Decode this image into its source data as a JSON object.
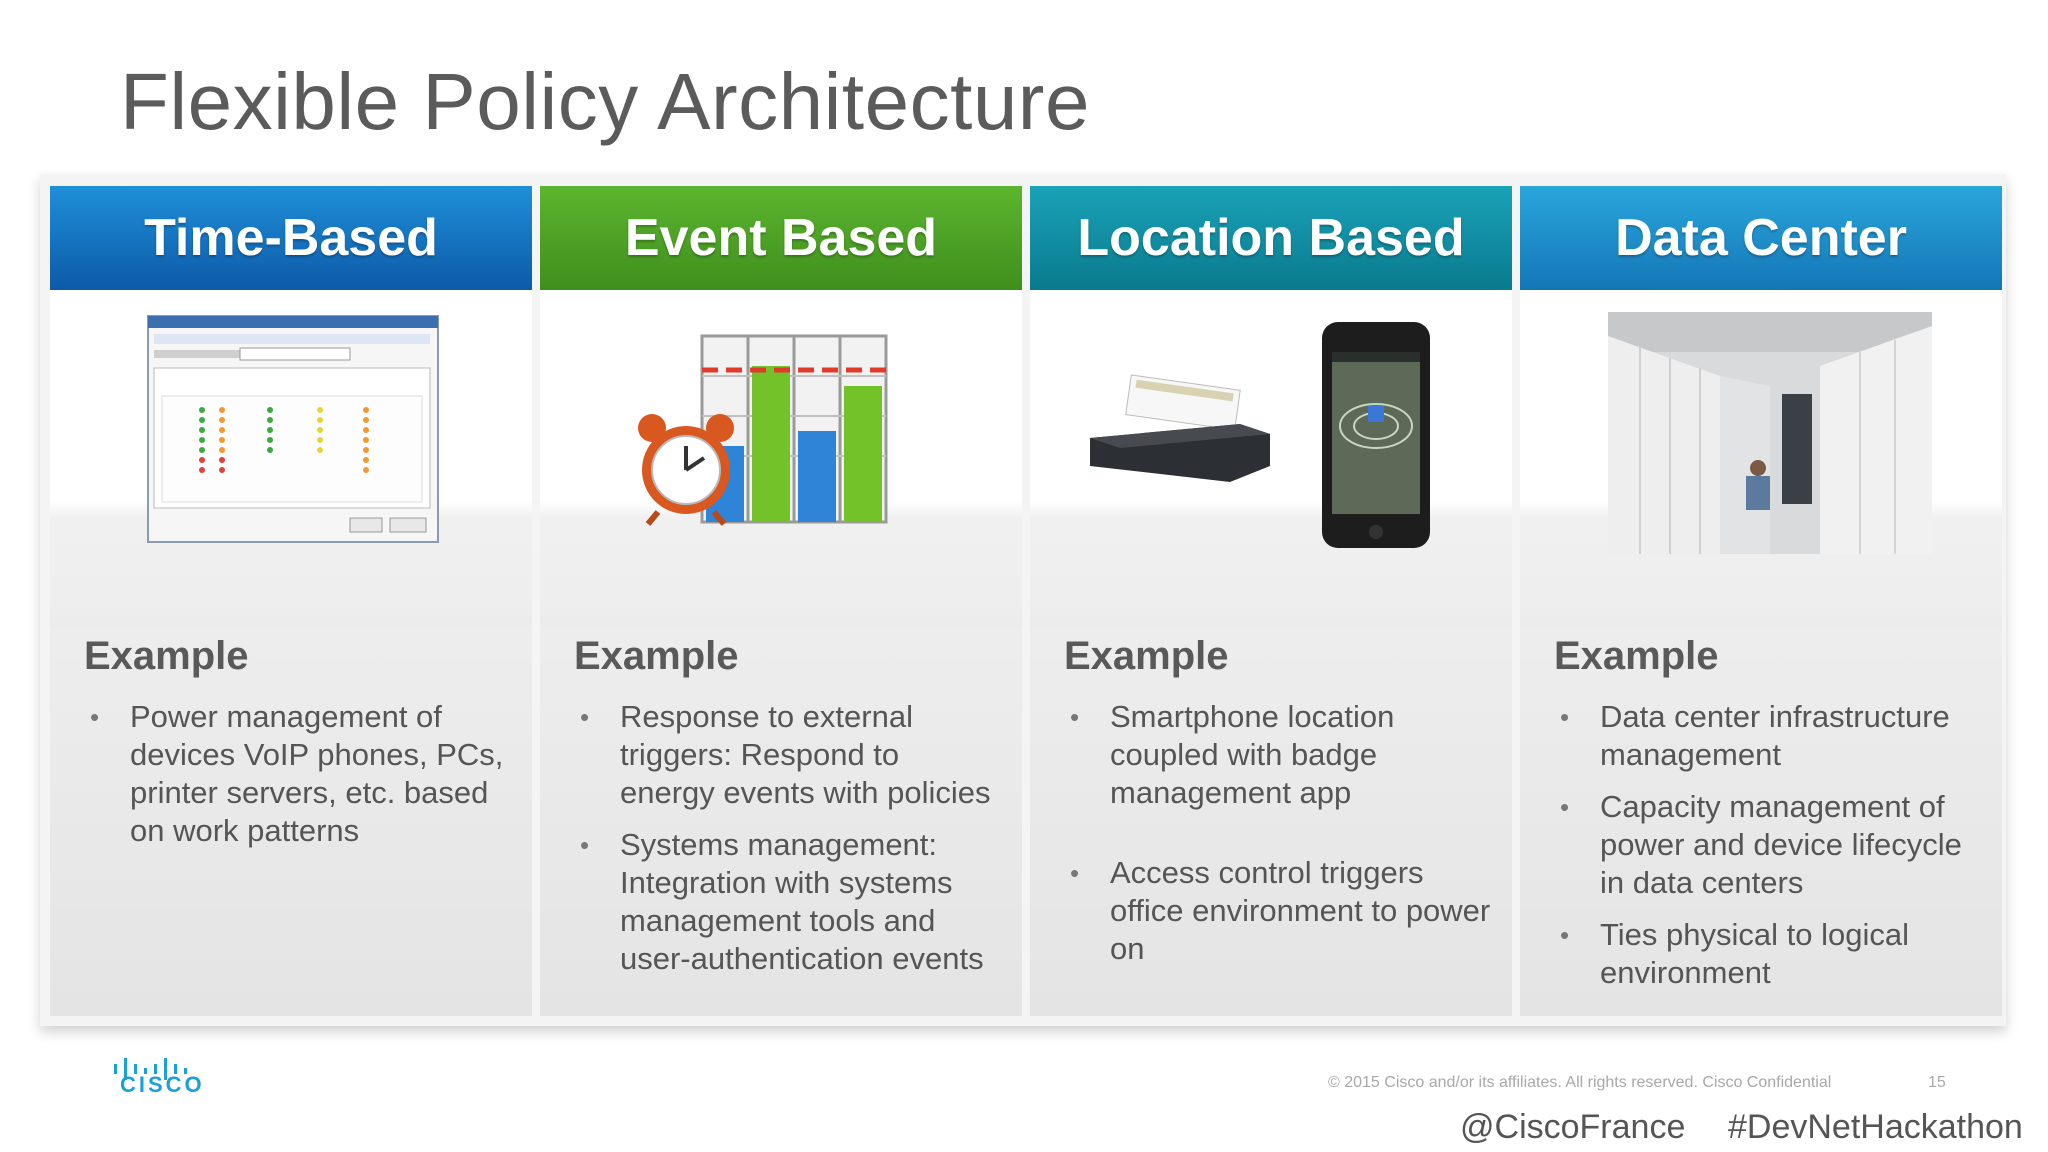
{
  "title": "Flexible Policy Architecture",
  "columns": [
    {
      "header": "Time-Based",
      "example_title": "Example",
      "bullets": [
        "Power management of devices VoIP phones, PCs, printer servers, etc. based on work patterns"
      ]
    },
    {
      "header": "Event Based",
      "example_title": "Example",
      "bullets": [
        "Response to external triggers: Respond to energy events with policies",
        "Systems management: Integration with systems management tools and user-authentication events"
      ]
    },
    {
      "header": "Location Based",
      "example_title": "Example",
      "bullets": [
        "Smartphone location coupled with badge management app",
        "Access control triggers office environment to power on"
      ]
    },
    {
      "header": "Data Center",
      "example_title": "Example",
      "bullets": [
        "Data center infrastructure management",
        "Capacity management of power and device lifecycle in data centers",
        "Ties physical to logical environment"
      ]
    }
  ],
  "footer": {
    "logo_text": "CISCO",
    "copyright": "© 2015  Cisco and/or its affiliates. All rights reserved.   Cisco Confidential",
    "page_number": "15",
    "handle1": "@CiscoFrance",
    "handle2": "#DevNetHackathon"
  },
  "colors": {
    "time": "#1a7fcc",
    "event": "#4ea526",
    "location": "#11909f",
    "datacenter": "#2096cf"
  }
}
